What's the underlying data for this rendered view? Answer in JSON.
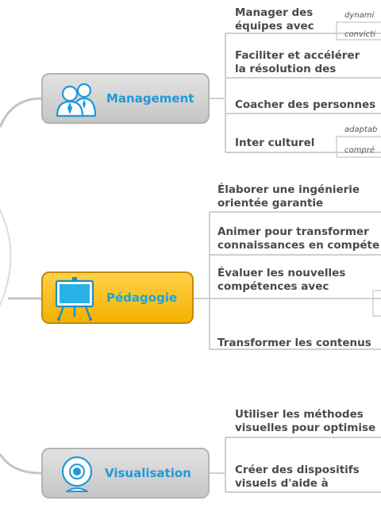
{
  "branches": [
    {
      "label": "Management",
      "icon": "people-icon",
      "color": "#1e9ad6",
      "children": [
        {
          "lines": [
            "Manager des",
            "équipes avec"
          ],
          "subs": [
            "dynami",
            "convicti"
          ]
        },
        {
          "lines": [
            "Faciliter et accélérer",
            "la résolution des"
          ],
          "subs": []
        },
        {
          "lines": [
            "Coacher des personnes"
          ],
          "subs": []
        },
        {
          "lines": [
            "Inter culturel"
          ],
          "subs": [
            "adaptab",
            "compré"
          ]
        }
      ]
    },
    {
      "label": "Pédagogie",
      "icon": "presentation-board-icon",
      "color": "#f5b000",
      "children": [
        {
          "lines": [
            "Élaborer une ingénierie",
            "orientée garantie"
          ]
        },
        {
          "lines": [
            "Animer pour transformer",
            "connaissances en compéte"
          ]
        },
        {
          "lines": [
            "Évaluer les nouvelles",
            "compétences avec"
          ]
        },
        {
          "lines": [
            "Transformer les contenus"
          ]
        }
      ]
    },
    {
      "label": "Visualisation",
      "icon": "webcam-icon",
      "color": "#1e9ad6",
      "children": [
        {
          "lines": [
            "Utiliser les méthodes",
            "visuelles pour optimise"
          ]
        },
        {
          "lines": [
            "Créer des dispositifs",
            "visuels d'aide à"
          ]
        }
      ]
    }
  ]
}
